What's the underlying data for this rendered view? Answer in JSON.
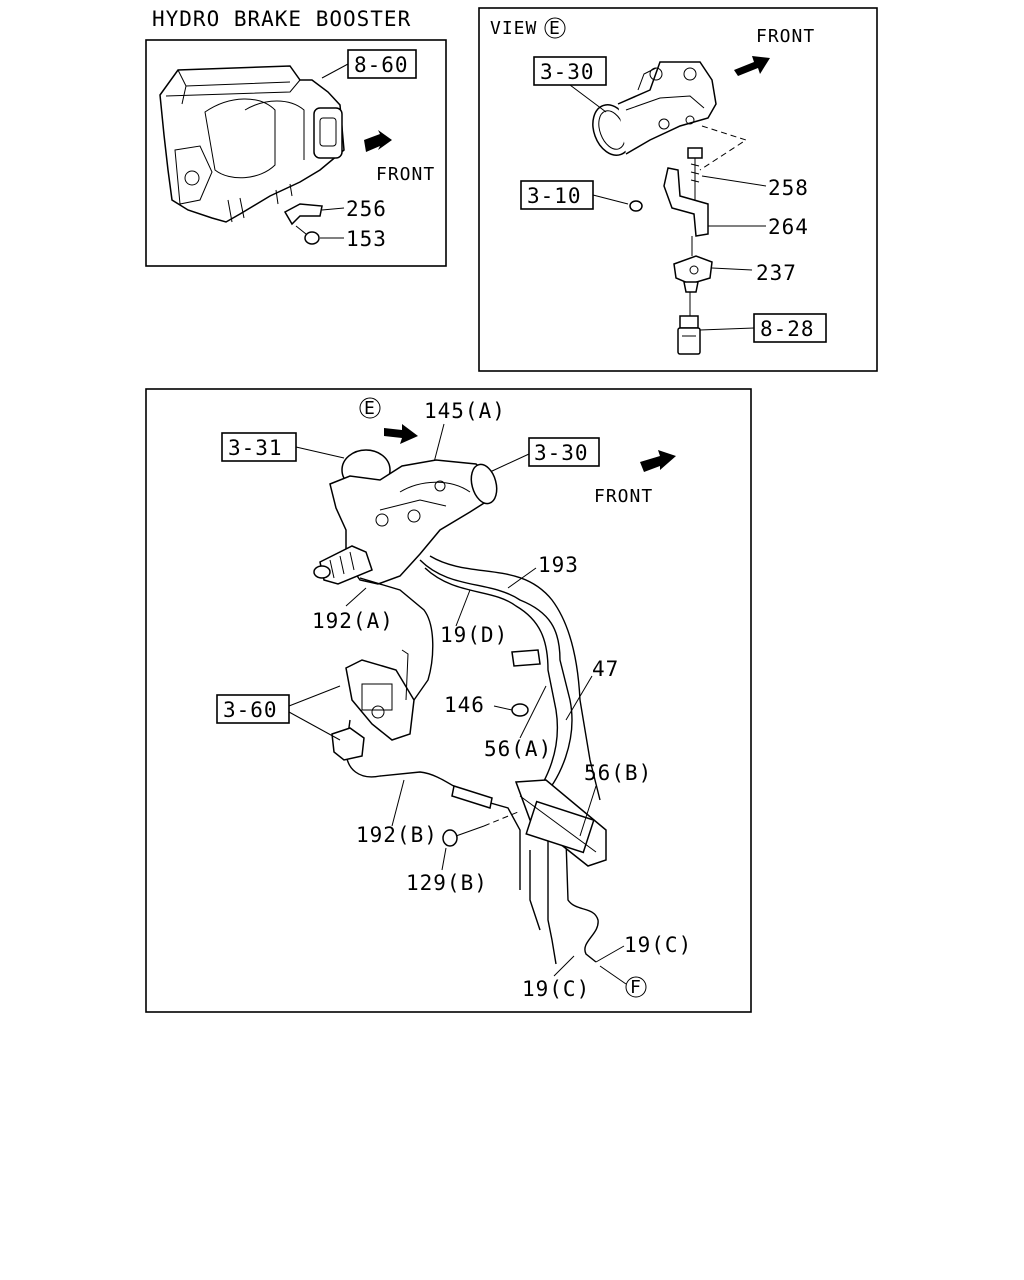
{
  "panels": {
    "booster": {
      "title": "HYDRO BRAKE BOOSTER",
      "refs": [
        "8-60"
      ],
      "parts": [
        "256",
        "153"
      ],
      "front": "FRONT"
    },
    "view_e": {
      "title": "VIEW",
      "marker": "E",
      "refs": [
        "3-30",
        "3-10",
        "8-28"
      ],
      "parts": [
        "258",
        "264",
        "237"
      ],
      "front": "FRONT"
    },
    "main": {
      "marker_e": "E",
      "marker_f": "F",
      "refs": [
        "3-31",
        "3-30",
        "3-60"
      ],
      "parts": [
        "145(A)",
        "193",
        "192(A)",
        "19(D)",
        "47",
        "146",
        "56(A)",
        "56(B)",
        "192(B)",
        "129(B)",
        "19(C)",
        "19(C)"
      ],
      "front": "FRONT"
    }
  }
}
